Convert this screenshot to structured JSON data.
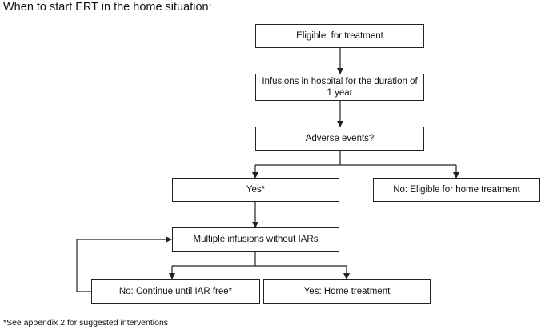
{
  "title": "When to start ERT in the home situation:",
  "footnote": "*See appendix 2 for suggested interventions",
  "nodes": {
    "eligible": "Eligible  for treatment",
    "infusions_hospital": "Infusions in hospital for the duration of 1 year",
    "adverse_events": "Adverse events?",
    "yes": "Yes*",
    "no_home": "No: Eligible for home treatment",
    "multiple_infusions": "Multiple infusions without IARs",
    "no_continue": "No: Continue until IAR free*",
    "yes_home": "Yes: Home treatment"
  }
}
